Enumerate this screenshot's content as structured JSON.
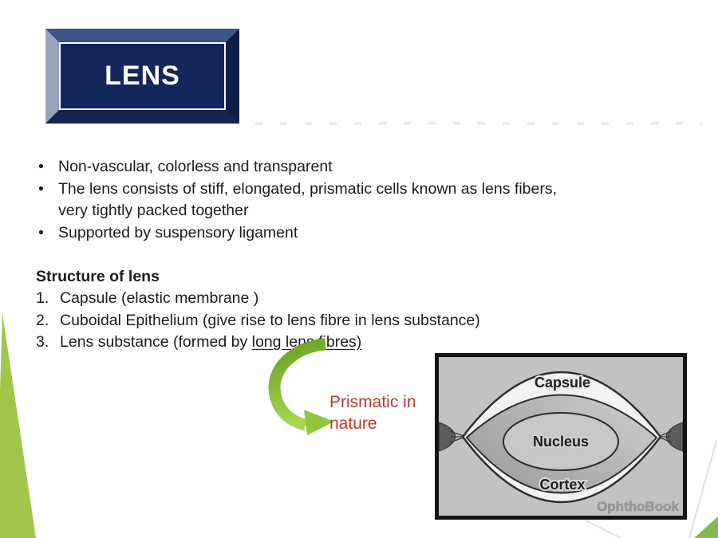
{
  "slide": {
    "title": "LENS",
    "bullet_char": "•",
    "bullets": [
      "Non-vascular, colorless and transparent",
      "The lens consists of stiff, elongated, prismatic cells known as lens fibers, very tightly packed together",
      "Supported by suspensory ligament"
    ],
    "structure": {
      "heading": "Structure of lens",
      "items": [
        {
          "num": "1.",
          "text": "Capsule (elastic membrane )",
          "underlined": ""
        },
        {
          "num": "2.",
          "text": "Cuboidal Epithelium (give rise to lens fibre in lens substance)",
          "underlined": ""
        },
        {
          "num": "3.",
          "text": "Lens substance (formed by ",
          "underlined": "long lens fibres)"
        }
      ]
    },
    "callout": {
      "text": "Prismatic in nature"
    },
    "diagram": {
      "label_capsule": "Capsule",
      "label_nucleus": "Nucleus",
      "label_cortex": "Cortex",
      "watermark": "OphthoBook"
    },
    "colors": {
      "title_box_navy": "#14265c",
      "bevel_top": "#3d5486",
      "bevel_left": "#97a2be",
      "accent_green_wedge": "#a0c74a",
      "accent_green_corner": "#82bb52",
      "arrow_green_dark": "#679f24",
      "arrow_green_light": "#a9d54d",
      "callout_red": "#bf3a2b",
      "diagram_bg_gray": "#c2c2c2"
    }
  }
}
